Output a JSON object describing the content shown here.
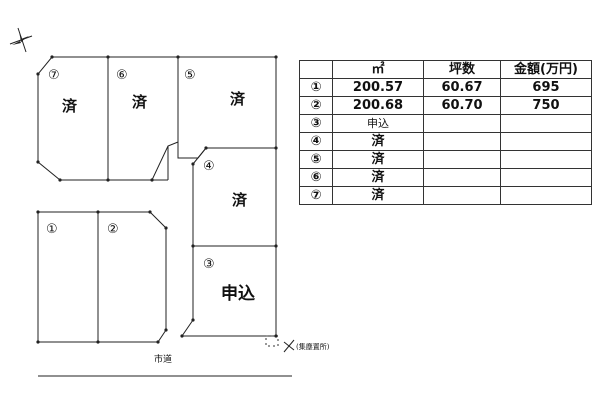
{
  "compass": {
    "icon": "compass-north-arrow-icon"
  },
  "lots": [
    {
      "no": "⑦",
      "status": "済"
    },
    {
      "no": "⑥",
      "status": "済"
    },
    {
      "no": "⑤",
      "status": "済"
    },
    {
      "no": "④",
      "status": "済"
    },
    {
      "no": "①",
      "status": ""
    },
    {
      "no": "②",
      "status": ""
    },
    {
      "no": "③",
      "status": "申込"
    }
  ],
  "road_label": "市道",
  "collection_point_label": "(集塵置所)",
  "table": {
    "headers": [
      "",
      "㎡",
      "坪数",
      "金額(万円)"
    ],
    "rows": [
      {
        "no": "①",
        "sqm": "200.57",
        "tsubo": "60.67",
        "price": "695"
      },
      {
        "no": "②",
        "sqm": "200.68",
        "tsubo": "60.70",
        "price": "750"
      },
      {
        "no": "③",
        "sqm": "申込",
        "tsubo": "",
        "price": ""
      },
      {
        "no": "④",
        "sqm": "済",
        "tsubo": "",
        "price": ""
      },
      {
        "no": "⑤",
        "sqm": "済",
        "tsubo": "",
        "price": ""
      },
      {
        "no": "⑥",
        "sqm": "済",
        "tsubo": "",
        "price": ""
      },
      {
        "no": "⑦",
        "sqm": "済",
        "tsubo": "",
        "price": ""
      }
    ]
  }
}
